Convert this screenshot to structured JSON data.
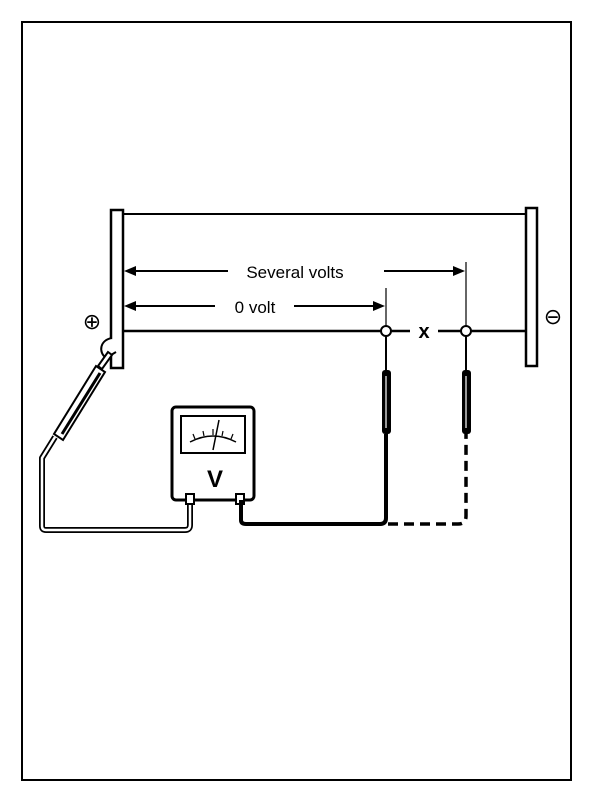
{
  "diagram": {
    "labels": {
      "several_volts": "Several volts",
      "zero_volt": "0 volt",
      "break_mark": "x",
      "positive_sign": "⊕",
      "negative_sign": "⊖",
      "meter_letter": "V"
    },
    "colors": {
      "ink": "#000000",
      "background": "#ffffff"
    }
  }
}
